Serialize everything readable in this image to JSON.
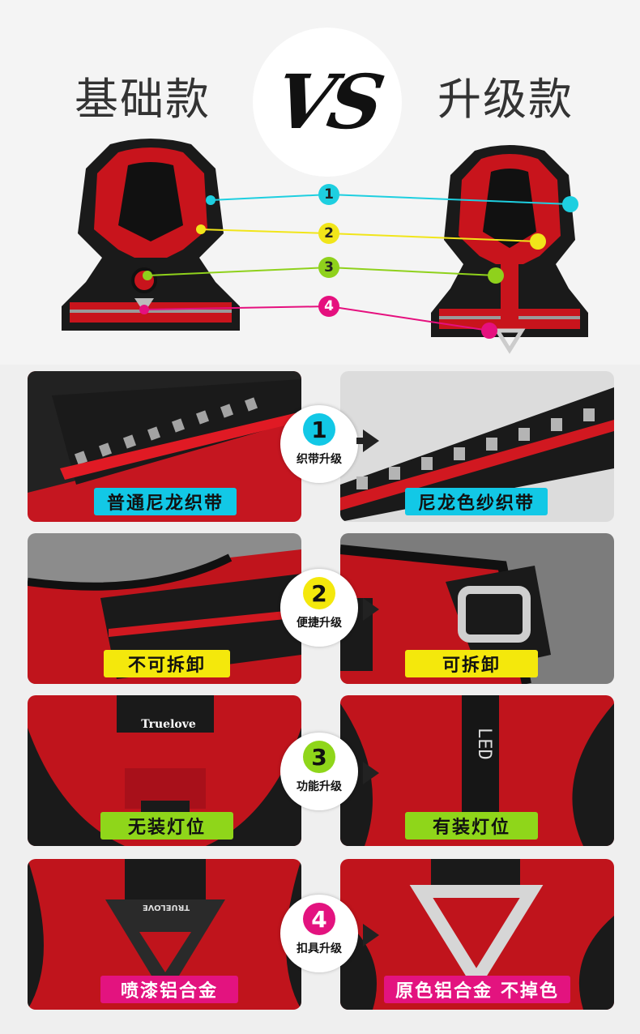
{
  "header": {
    "title_left": "基础款",
    "vs": "VS",
    "title_right": "升级款"
  },
  "callouts": [
    {
      "num": "1",
      "color": "#1ecfe0"
    },
    {
      "num": "2",
      "color": "#f1e51a"
    },
    {
      "num": "3",
      "color": "#8fd11c"
    },
    {
      "num": "4",
      "color": "#e5107e"
    }
  ],
  "comparisons": [
    {
      "num": "1",
      "color": "#12c8e6",
      "mid_label": "织带升级",
      "left_label": "普通尼龙织带",
      "right_label": "尼龙色纱织带",
      "label_text_color": "#111"
    },
    {
      "num": "2",
      "color": "#f4e80c",
      "mid_label": "便捷升级",
      "left_label": "不可拆卸",
      "right_label": "可拆卸",
      "label_text_color": "#111"
    },
    {
      "num": "3",
      "color": "#8fd61a",
      "mid_label": "功能升级",
      "left_label": "无装灯位",
      "right_label": "有装灯位",
      "label_text_color": "#111"
    },
    {
      "num": "4",
      "color": "#e3137f",
      "mid_label": "扣具升级",
      "left_label": "喷漆铝合金",
      "right_label": "原色铝合金 不掉色",
      "label_text_color": "#fff"
    }
  ],
  "product_marks": {
    "brand": "Truelove",
    "brand_buckle": "TRUELOVE",
    "led_tag": "LED"
  },
  "colors": {
    "harness_red": "#c8141c",
    "webbing_black": "#1a1a1a",
    "reflective": "#9a9a9a"
  }
}
